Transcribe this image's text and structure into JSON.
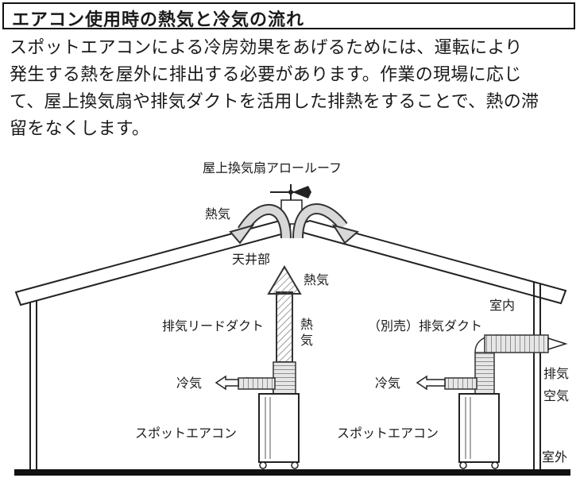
{
  "title": "エアコン使用時の熱気と冷気の流れ",
  "description_lines": [
    "スポットエアコンによる冷房効果をあげるためには、運転により",
    "発生する熱を屋外に排出する必要があります。作業の現場に応じ",
    "て、屋上換気扇や排気ダクトを活用した排熱をすることで、熱の滞",
    "留をなくします。"
  ],
  "diagram": {
    "roof_fan_label": "屋上換気扇アロールーフ",
    "heat_roof_label": "熱気",
    "ceiling_label": "天井部",
    "heat_up_label": "熱気",
    "heat_vertical_chars": [
      "熱",
      "気"
    ],
    "lead_duct_label": "排気リードダクト",
    "cold_left_label": "冷気",
    "aircon_left_label": "スポットエアコン",
    "indoor_label": "室内",
    "separate_duct_label": "（別売）排気ダクト",
    "cold_right_label": "冷気",
    "aircon_right_label": "スポットエアコン",
    "exhaust_air_chars": [
      "排気",
      "空気"
    ],
    "outdoor_label": "室外"
  }
}
